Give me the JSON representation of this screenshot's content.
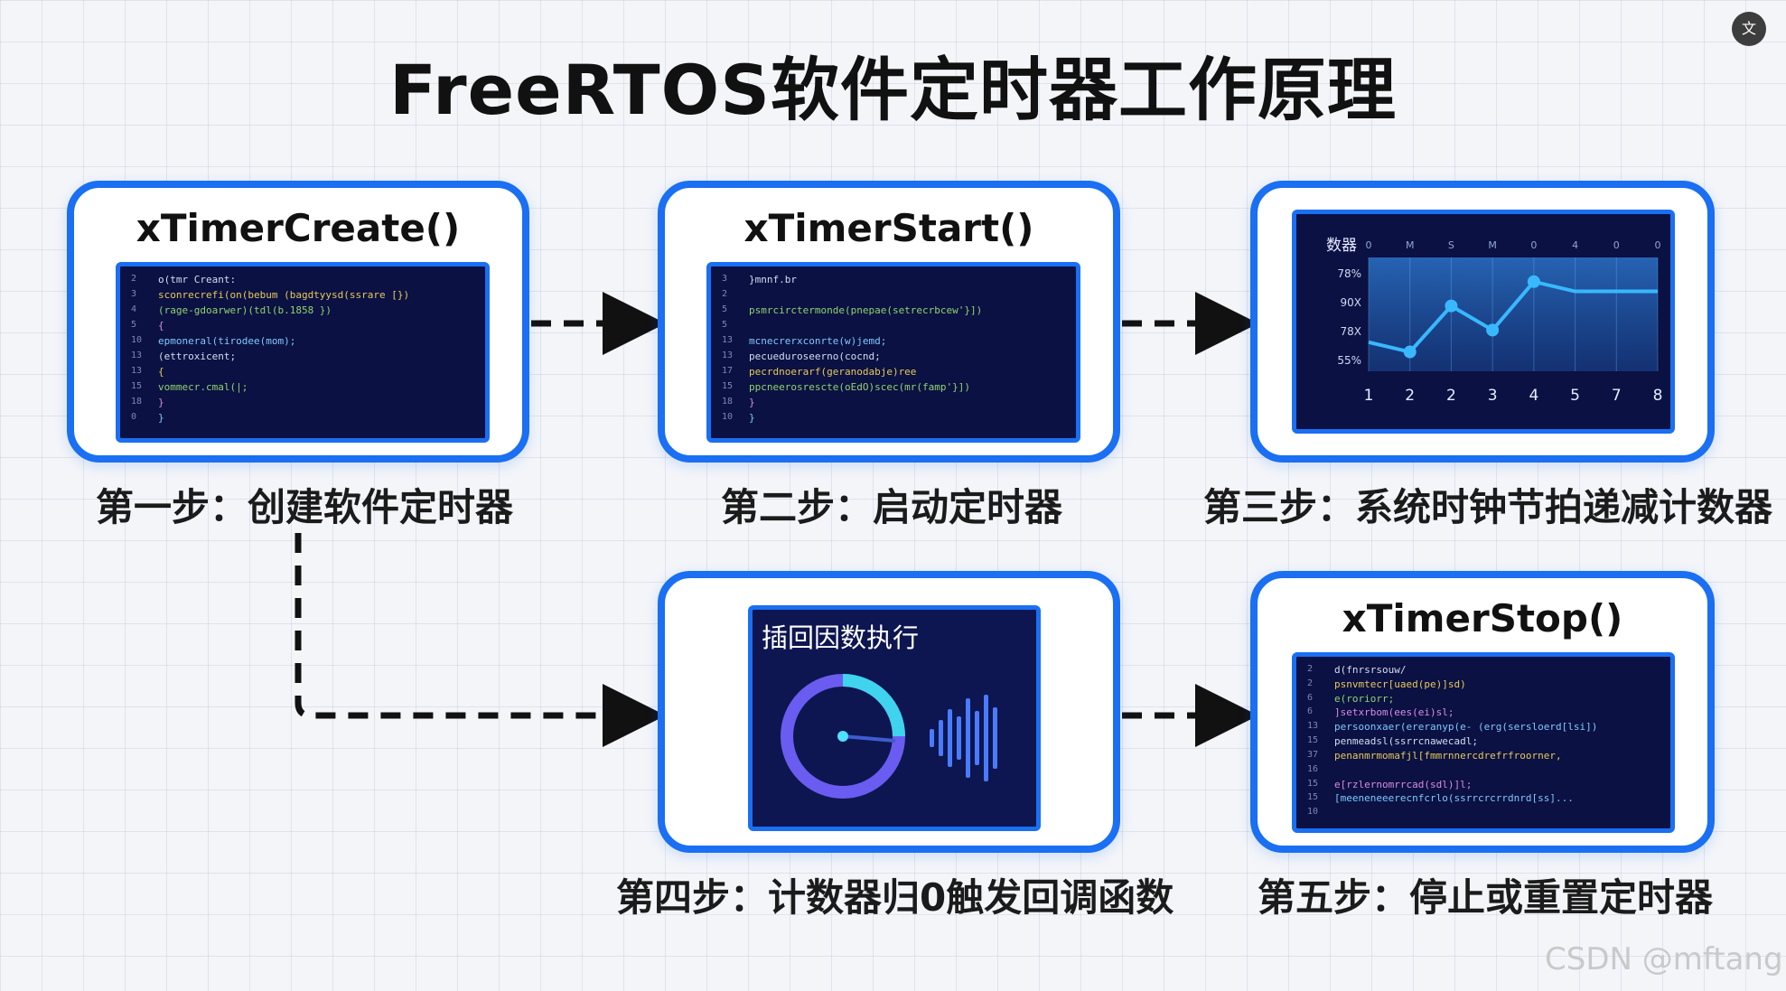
{
  "title": "FreeRTOS软件定时器工作原理",
  "badge_icon": "translate-icon",
  "watermark": "CSDN @mftang",
  "steps": {
    "create": {
      "title": "xTimerCreate()",
      "label": "第一步：创建软件定时器"
    },
    "start": {
      "title": "xTimerStart()",
      "label": "第二步：启动定时器"
    },
    "tick": {
      "label": "第三步：系统时钟节拍递减计数器"
    },
    "callback": {
      "panel_title": "插回因数执行",
      "label": "第四步：计数器归0触发回调函数"
    },
    "stop": {
      "title": "xTimerStop()",
      "label": "第五步：停止或重置定时器"
    }
  },
  "code": {
    "create": [
      {
        "ln": "2",
        "tx": "o(tmr Creant:"
      },
      {
        "ln": "3",
        "tx": "sconrecrefi(on(bebum (bagdtyysd(ssrare [})"
      },
      {
        "ln": "4",
        "tx": "(rage-gdoarwer)(tdl(b.1858 })"
      },
      {
        "ln": "5",
        "tx": "{"
      },
      {
        "ln": "10",
        "tx": "epmoneral(tirodee(mom);"
      },
      {
        "ln": "13",
        "tx": "(ettroxicent;"
      },
      {
        "ln": "13",
        "tx": "{"
      },
      {
        "ln": "15",
        "tx": "vommecr.cmal(|;"
      },
      {
        "ln": "18",
        "tx": "}"
      },
      {
        "ln": "0",
        "tx": "}"
      }
    ],
    "start": [
      {
        "ln": "3",
        "tx": "}mnnf.br"
      },
      {
        "ln": "2",
        "tx": ""
      },
      {
        "ln": "5",
        "tx": "psmrcirctermonde(pnepae(setrecrbcew'}])"
      },
      {
        "ln": "5",
        "tx": ""
      },
      {
        "ln": "13",
        "tx": "mcnecrerxconrte(w)jemd;"
      },
      {
        "ln": "13",
        "tx": "pecueduroseerno(cocnd;"
      },
      {
        "ln": "17",
        "tx": "pecrdnoerarf(geranodabje)ree"
      },
      {
        "ln": "15",
        "tx": "ppcneerosrescte(oEdO)scec(mr(famp'}])"
      },
      {
        "ln": "18",
        "tx": "}"
      },
      {
        "ln": "10",
        "tx": "}"
      }
    ],
    "stop": [
      {
        "ln": "2",
        "tx": "d(fnrsrsouw/"
      },
      {
        "ln": "2",
        "tx": "psnvmtecr[uaed(pe)]sd)"
      },
      {
        "ln": "6",
        "tx": "e(roriorr;"
      },
      {
        "ln": "6",
        "tx": "]setxrbom(ees(ei)sl;"
      },
      {
        "ln": "13",
        "tx": "persoonxaer(ereranyp(e- (erg(sersloerd[lsi])"
      },
      {
        "ln": "15",
        "tx": "penmeadsl(ssrrcnawecadl;"
      },
      {
        "ln": "37",
        "tx": "penanmrmomafjl[fmmrnnercdrefrfroorner,"
      },
      {
        "ln": "16",
        "tx": ""
      },
      {
        "ln": "15",
        "tx": "e[rzlernomrrcad(sdl)]l;"
      },
      {
        "ln": "15",
        "tx": "[meeneneeerecnfcrlo(ssrrcrcrrdnrd[ss]..."
      },
      {
        "ln": "10",
        "tx": ""
      }
    ]
  },
  "chart_data": {
    "type": "line",
    "ylabel": "数器",
    "top_ticks": [
      "0",
      "M",
      "S",
      "M",
      "0",
      "4",
      "0",
      "0"
    ],
    "categories": [
      "1",
      "2",
      "2",
      "3",
      "4",
      "5",
      "7",
      "8"
    ],
    "y_ticks": [
      "78%",
      "90X",
      "78X",
      "55%"
    ],
    "values": [
      57,
      53,
      72,
      62,
      82,
      78,
      78,
      78
    ],
    "ylim": [
      45,
      92
    ],
    "color": "#39b8ff"
  }
}
